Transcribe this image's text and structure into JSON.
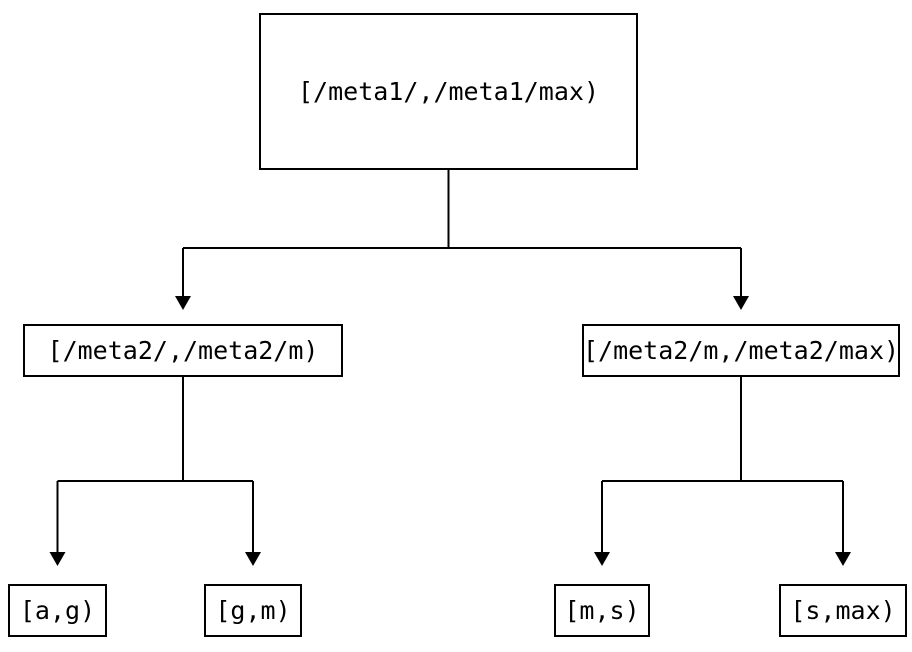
{
  "diagram": {
    "type": "tree",
    "background_color": "#ffffff",
    "line_color": "#000000",
    "nodes": {
      "root": {
        "label": "[/meta1/,/meta1/max)"
      },
      "left": {
        "label": "[/meta2/,/meta2/m)"
      },
      "right": {
        "label": "[/meta2/m,/meta2/max)"
      },
      "leaf_ag": {
        "label": "[a,g)"
      },
      "leaf_gm": {
        "label": "[g,m)"
      },
      "leaf_ms": {
        "label": "[m,s)"
      },
      "leaf_smax": {
        "label": "[s,max)"
      }
    },
    "edges": [
      {
        "from": "root",
        "to": "left"
      },
      {
        "from": "root",
        "to": "right"
      },
      {
        "from": "left",
        "to": "leaf_ag"
      },
      {
        "from": "left",
        "to": "leaf_gm"
      },
      {
        "from": "right",
        "to": "leaf_ms"
      },
      {
        "from": "right",
        "to": "leaf_smax"
      }
    ]
  }
}
